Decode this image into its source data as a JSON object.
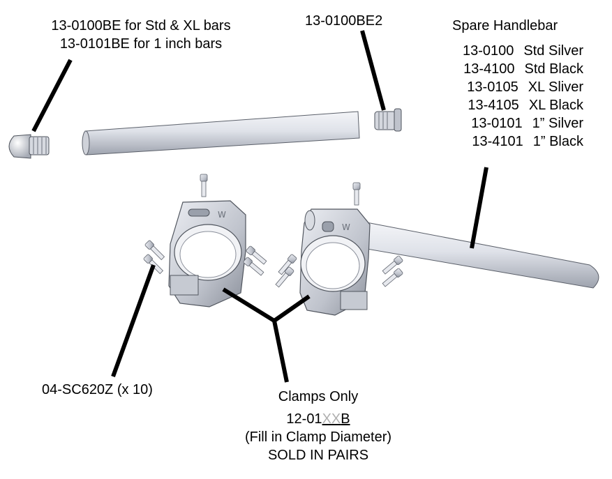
{
  "labels": {
    "bar_end_std_xl": "13-0100BE  for Std & XL bars",
    "bar_end_1inch": "13-0101BE for 1 inch bars",
    "bar_end_2": "13-0100BE2",
    "spare_title": "Spare Handlebar",
    "spare_items": [
      {
        "code": "13-0100",
        "desc": "Std Silver"
      },
      {
        "code": "13-4100",
        "desc": "Std Black"
      },
      {
        "code": "13-0105",
        "desc": "XL Sliver"
      },
      {
        "code": "13-4105",
        "desc": "XL Black"
      },
      {
        "code": "13-0101",
        "desc": "1” Silver"
      },
      {
        "code": "13-4101",
        "desc": "1” Black"
      }
    ],
    "screws": "04-SC620Z (x 10)",
    "clamps_title": "Clamps Only",
    "clamp_code_prefix": "12-01",
    "clamp_code_fill": "XX",
    "clamp_code_suffix": "B",
    "clamp_note": "(Fill in Clamp Diameter)",
    "clamp_sold": "SOLD IN PAIRS"
  },
  "colors": {
    "metal_light": "#e6e8ee",
    "metal_mid": "#b4b8c2",
    "metal_dark": "#7d828d",
    "leader": "#000000",
    "fill_placeholder": "#b0b0b0"
  }
}
